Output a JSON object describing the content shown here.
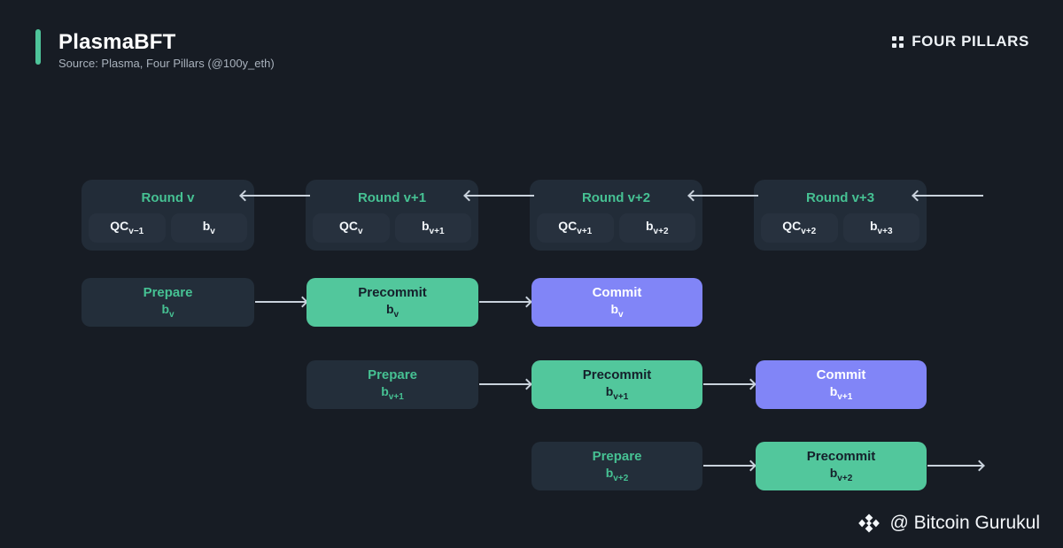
{
  "header": {
    "title": "PlasmaBFT",
    "subtitle": "Source: Plasma, Four Pillars (@100y_eth)",
    "brand": "FOUR PILLARS",
    "brand_icon": "four-dots-icon",
    "accent_color": "#4ec49a"
  },
  "colors": {
    "background": "#171c24",
    "round_box": "#222c38",
    "round_cell": "#27313e",
    "green_accent": "#46c193",
    "precommit_fill": "#52c79c",
    "commit_fill": "#8185f7",
    "arrow": "#c9d2dc"
  },
  "rounds": [
    {
      "title": "Round v",
      "qc": "QC",
      "qc_sub": "v−1",
      "block": "b",
      "block_sub": "v"
    },
    {
      "title": "Round v+1",
      "qc": "QC",
      "qc_sub": "v",
      "block": "b",
      "block_sub": "v+1"
    },
    {
      "title": "Round v+2",
      "qc": "QC",
      "qc_sub": "v+1",
      "block": "b",
      "block_sub": "v+2"
    },
    {
      "title": "Round v+3",
      "qc": "QC",
      "qc_sub": "v+2",
      "block": "b",
      "block_sub": "v+3"
    }
  ],
  "pipeline": [
    {
      "prepare": {
        "label": "Prepare",
        "block": "b",
        "block_sub": "v"
      },
      "precommit": {
        "label": "Precommit",
        "block": "b",
        "block_sub": "v"
      },
      "commit": {
        "label": "Commit",
        "block": "b",
        "block_sub": "v"
      }
    },
    {
      "prepare": {
        "label": "Prepare",
        "block": "b",
        "block_sub": "v+1"
      },
      "precommit": {
        "label": "Precommit",
        "block": "b",
        "block_sub": "v+1"
      },
      "commit": {
        "label": "Commit",
        "block": "b",
        "block_sub": "v+1"
      }
    },
    {
      "prepare": {
        "label": "Prepare",
        "block": "b",
        "block_sub": "v+2"
      },
      "precommit": {
        "label": "Precommit",
        "block": "b",
        "block_sub": "v+2"
      }
    }
  ],
  "watermark": {
    "text": "@ Bitcoin Gurukul",
    "icon": "binance-diamond-icon"
  }
}
